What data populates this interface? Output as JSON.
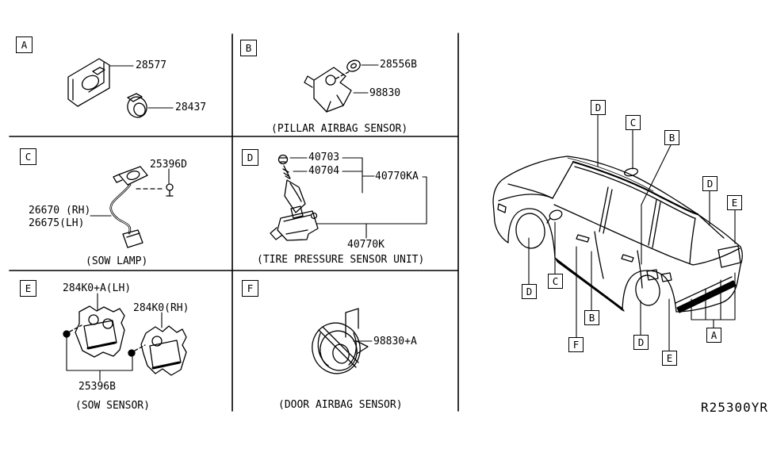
{
  "colors": {
    "ink": "#000000",
    "paper": "#ffffff"
  },
  "ref_code": "R25300YR",
  "panels": [
    {
      "letter": "A",
      "caption": "",
      "parts": [
        {
          "label": "28577"
        },
        {
          "label": "28437"
        }
      ]
    },
    {
      "letter": "B",
      "caption": "(PILLAR AIRBAG SENSOR)",
      "parts": [
        {
          "label": "28556B"
        },
        {
          "label": "98830"
        }
      ]
    },
    {
      "letter": "C",
      "caption": "(SOW LAMP)",
      "parts": [
        {
          "label": "25396D"
        },
        {
          "label": "26670 (RH)"
        },
        {
          "label": "26675(LH)"
        }
      ]
    },
    {
      "letter": "D",
      "caption": "(TIRE PRESSURE SENSOR UNIT)",
      "parts": [
        {
          "label": "40703"
        },
        {
          "label": "40704"
        },
        {
          "label": "40770KA"
        },
        {
          "label": "40770K"
        }
      ]
    },
    {
      "letter": "E",
      "caption": "(SOW SENSOR)",
      "parts": [
        {
          "label": "284K0+A(LH)"
        },
        {
          "label": "284K0(RH)"
        },
        {
          "label": "25396B"
        }
      ]
    },
    {
      "letter": "F",
      "caption": "(DOOR AIRBAG SENSOR)",
      "parts": [
        {
          "label": "98830+A"
        }
      ]
    }
  ],
  "car_callouts": [
    "D",
    "C",
    "B",
    "D",
    "E",
    "D",
    "C",
    "B",
    "F",
    "D",
    "E",
    "A"
  ]
}
